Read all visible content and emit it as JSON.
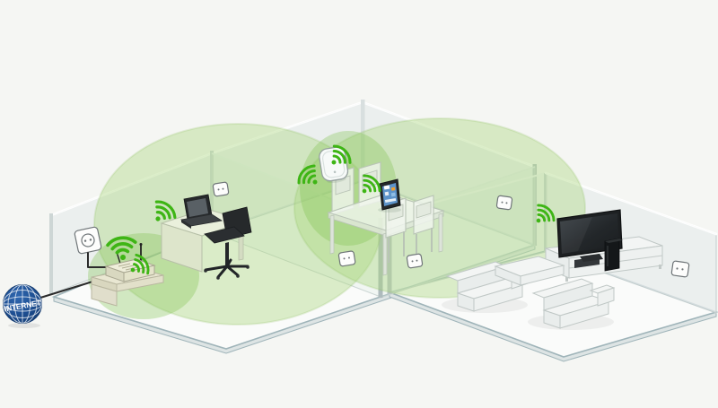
{
  "diagram": {
    "internet_globe": {
      "label": "INTERNET"
    },
    "colors": {
      "background": "#f5f6f3",
      "coverage_green": "#a9d77d",
      "coverage_core_green": "#7cc24a",
      "wifi_green": "#3eb515",
      "globe_blue": "#1d4e91",
      "cable": "#2b2b2b",
      "wall_fill": "#e7eceb",
      "wall_edge": "#c2cdcd",
      "floor_fill": "#fafbfa",
      "floor_edge": "#9fb4b9",
      "furniture_white": "#f3f5f4",
      "furniture_outline": "#c0c8c6",
      "desk_fill": "#eaf0dc",
      "device_dark": "#26292b",
      "router_beige": "#e9e7d2"
    },
    "rooms": [
      {
        "name": "office",
        "furniture": [
          "desk",
          "office-chair",
          "wall-shelf"
        ],
        "devices": [
          "wifi-router",
          "laptop"
        ],
        "outlets": 2
      },
      {
        "name": "dining-room",
        "furniture": [
          "dining-table",
          "dining-chair",
          "dining-chair",
          "dining-chair",
          "dining-chair"
        ],
        "devices": [
          "wifi-extender",
          "tablet"
        ],
        "outlets": 3
      },
      {
        "name": "living-room",
        "furniture": [
          "tv-stand",
          "sofa",
          "sofa",
          "coffee-table"
        ],
        "devices": [
          "tv",
          "game-console"
        ],
        "outlets": 1
      }
    ],
    "wifi_signal_icons": [
      "router-signal-up",
      "router-signal-right",
      "office-desk-signal",
      "extender-signal-left",
      "extender-signal-right",
      "tablet-signal",
      "tv-signal"
    ],
    "coverage_areas": [
      "router-coverage-ellipse",
      "extender-coverage-ellipse"
    ]
  }
}
